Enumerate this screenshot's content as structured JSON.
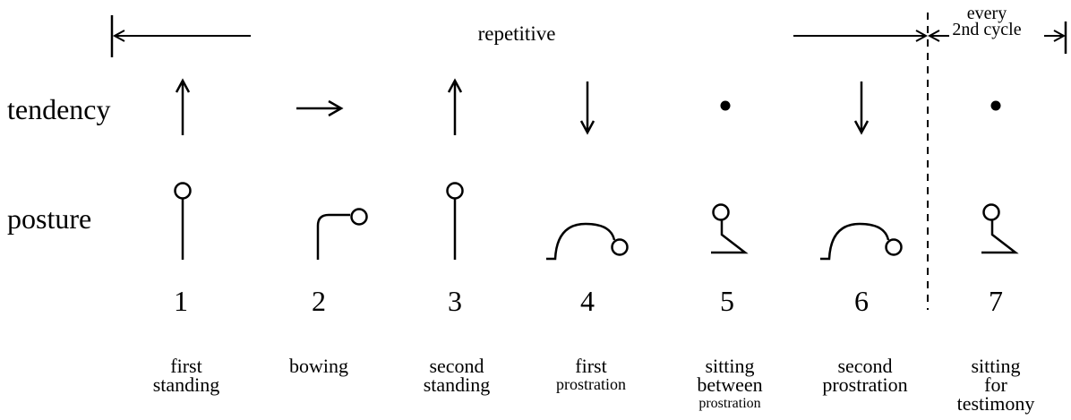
{
  "header": {
    "repetitive_label": "repetitive",
    "every_line1": "every",
    "every_line2": "2nd cycle"
  },
  "rows": {
    "tendency_label": "tendency",
    "posture_label": "posture"
  },
  "tendency_icons": [
    "arrow-up",
    "arrow-right",
    "arrow-up",
    "arrow-down",
    "dot",
    "arrow-down",
    "dot"
  ],
  "postures": [
    {
      "number": "1",
      "posture_icon": "standing",
      "caption": {
        "line1": "first",
        "line2": "standing",
        "line3": ""
      }
    },
    {
      "number": "2",
      "posture_icon": "bowing",
      "caption": {
        "line1": "bowing",
        "line2": "",
        "line3": ""
      }
    },
    {
      "number": "3",
      "posture_icon": "standing",
      "caption": {
        "line1": "second",
        "line2": "standing",
        "line3": ""
      }
    },
    {
      "number": "4",
      "posture_icon": "prostration",
      "caption": {
        "line1": "first",
        "line2": "prostration",
        "line3": ""
      }
    },
    {
      "number": "5",
      "posture_icon": "sitting",
      "caption": {
        "line1": "sitting",
        "line2": "between",
        "line3": "prostration"
      }
    },
    {
      "number": "6",
      "posture_icon": "prostration",
      "caption": {
        "line1": "second",
        "line2": "prostration",
        "line3": ""
      }
    },
    {
      "number": "7",
      "posture_icon": "sitting",
      "caption": {
        "line1": "sitting",
        "line2": "for",
        "line3": "testimony"
      }
    }
  ]
}
